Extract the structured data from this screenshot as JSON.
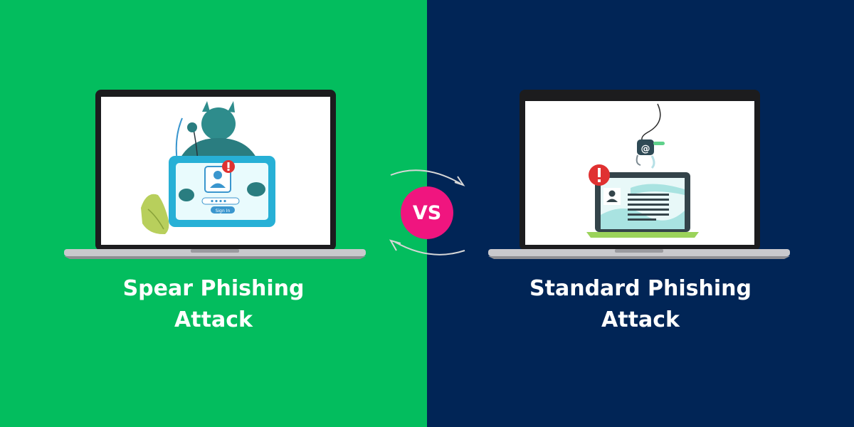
{
  "left_panel": {
    "title_line1": "Spear Phishing",
    "title_line2": "Attack",
    "signin_label": "Sign In",
    "bg_color": "#03bd5e"
  },
  "right_panel": {
    "title_line1": "Standard Phishing",
    "title_line2": "Attack",
    "email_symbol": "@",
    "bg_color": "#012556"
  },
  "vs_badge": {
    "label": "VS",
    "color": "#f0157f"
  }
}
